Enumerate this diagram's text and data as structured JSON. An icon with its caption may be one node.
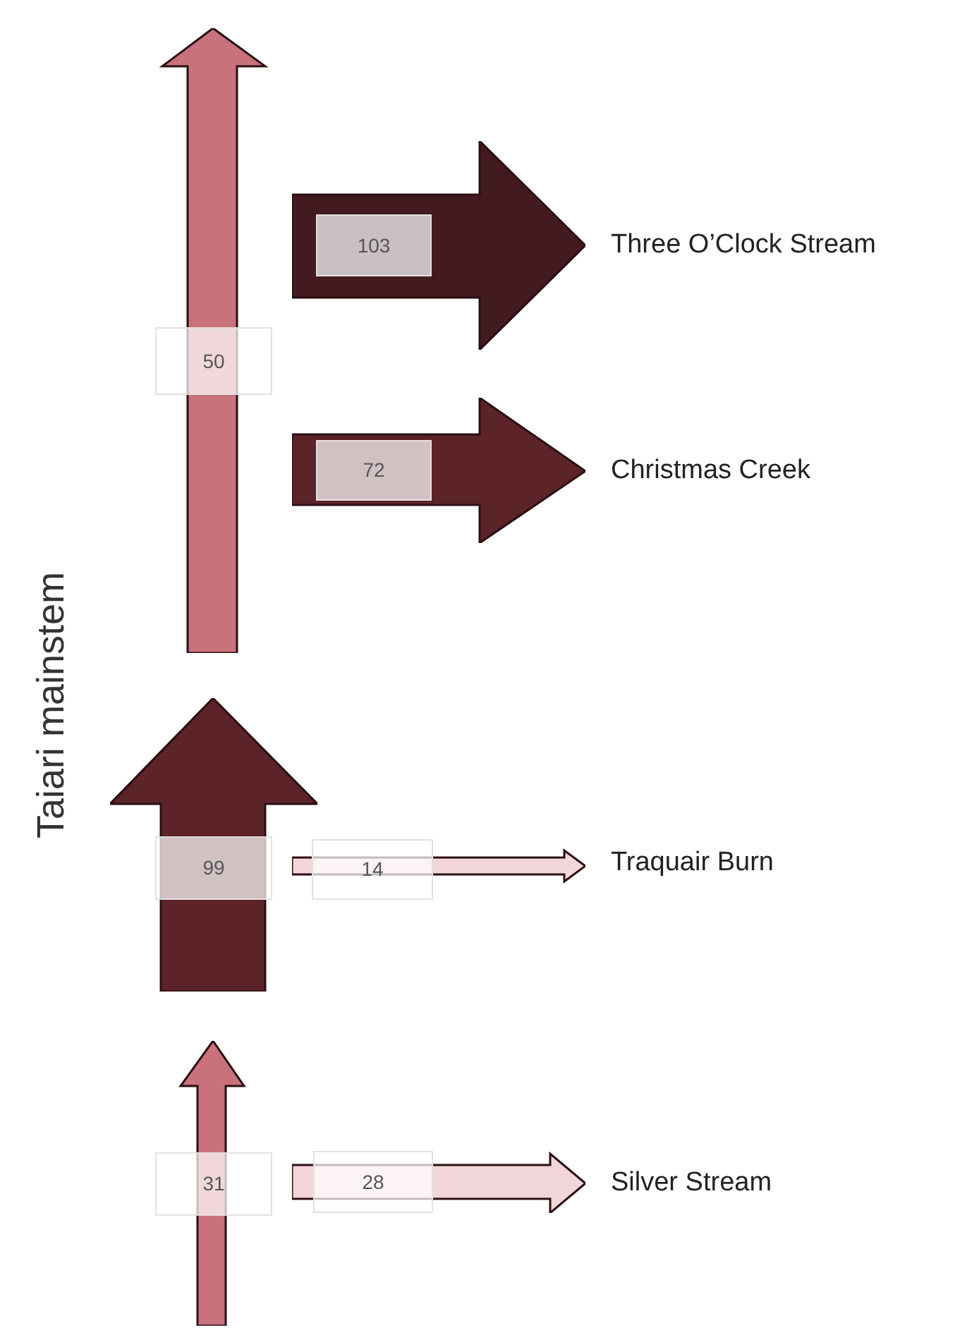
{
  "diagram": {
    "nodes": [
      {
        "text": [
          "50"
        ]
      },
      {
        "text": [
          "103"
        ],
        "beside": [
          "Three O’Clock Stream"
        ]
      },
      {
        "text": [
          "72"
        ],
        "beside": [
          "Christmas Creek"
        ]
      },
      {
        "text": [
          "99"
        ]
      },
      {
        "text": [
          "14"
        ],
        "beside": [
          "Traquair Burn"
        ]
      },
      {
        "text": [
          "31"
        ]
      },
      {
        "text": [
          "28"
        ],
        "beside": [
          "Silver Stream"
        ]
      }
    ],
    "labels": [
      "Taiari mainstem"
    ]
  }
}
